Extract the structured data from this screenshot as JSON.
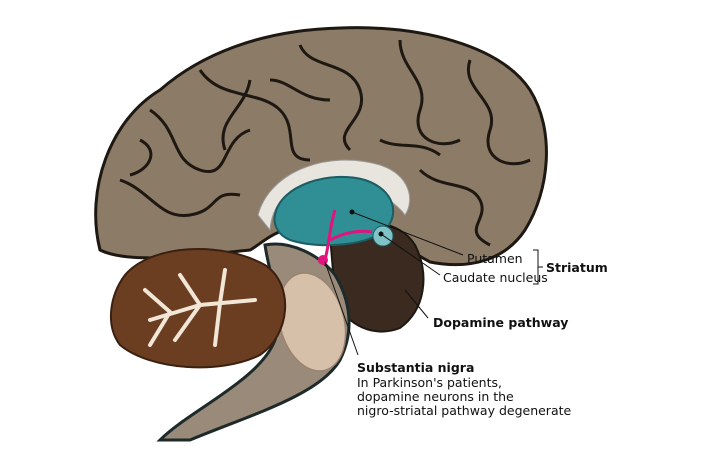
{
  "labels": {
    "putamen": "Putamen",
    "caudate": "Caudate nucleus",
    "striatum": "Striatum",
    "dopamine_pathway": "Dopamine pathway",
    "substantia_nigra": "Substantia nigra",
    "sn_note": [
      "In Parkinson's patients,",
      "dopamine neurons in the",
      "nigro-striatal pathway degenerate"
    ]
  },
  "colors": {
    "cortex": "#8c7b66",
    "cortex_dark": "#2b2118",
    "cerebellum": "#6b3e22",
    "striatum": "#2f8f95",
    "pathway": "#e0147c",
    "white_matter": "#e8e5de"
  }
}
